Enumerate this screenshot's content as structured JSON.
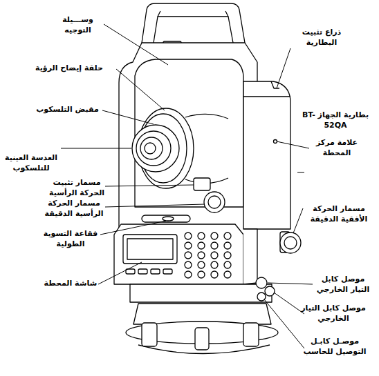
{
  "diagram": {
    "labels": [
      "وســـيلة التوجيه",
      "حلقة إيضاح الرؤية",
      "مقبض التلسكوب",
      "العدسة العينية للتلسكوب",
      "مسمار تثبيت الحركة الرأسية",
      "مسمار الحركة الرأسية الدقيقة",
      "فقاعة التسوية الطولية",
      "شاشة المحطة",
      "ذراع تثبيت البطارية",
      "بطارية الجهاز BT-52QA",
      "علامة مركز المحطة",
      "مسمار الحركة الأفقية الدقيقة",
      "موصل كابل التيار الخارجي",
      "موصل كابل التيار الخارجي",
      "موصـل كابـل التوصيل للحاسب"
    ]
  }
}
